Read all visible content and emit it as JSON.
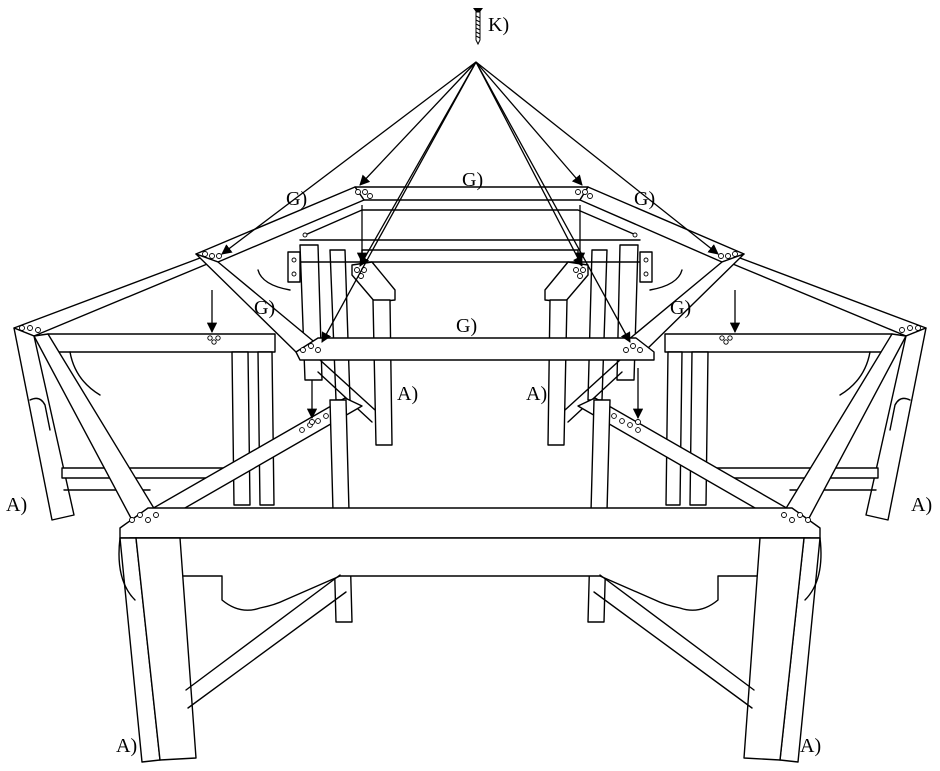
{
  "labels": {
    "screw": "K)",
    "g_top": "G)",
    "g_top_left": "G)",
    "g_top_right": "G)",
    "g_mid_left": "G)",
    "g_mid_right": "G)",
    "g_front": "G)",
    "a_inner_left": "A)",
    "a_inner_right": "A)",
    "a_outer_left": "A)",
    "a_outer_right": "A)",
    "a_front_left": "A)",
    "a_front_right": "A)"
  }
}
